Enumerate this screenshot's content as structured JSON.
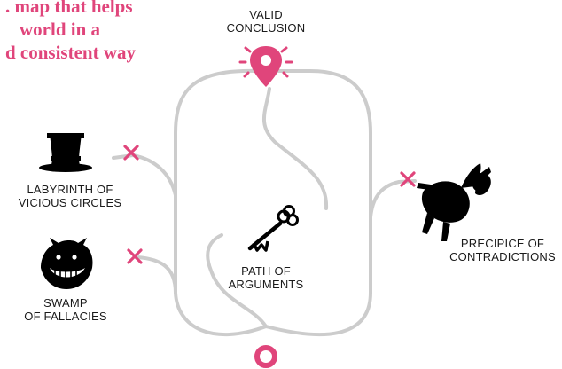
{
  "headline": {
    "lines": [
      ". map that helps",
      "world in a",
      "d consistent way"
    ],
    "color": "#e0457b"
  },
  "labels": {
    "valid_conclusion": [
      "VALID",
      "CONCLUSION"
    ],
    "labyrinth": [
      "LABYRINTH OF",
      "VICIOUS CIRCLES"
    ],
    "swamp": [
      "SWAMP",
      "OF FALLACIES"
    ],
    "path": [
      "PATH OF",
      "ARGUMENTS"
    ],
    "precipice": [
      "PRECIPICE OF",
      "CONTRADICTIONS"
    ]
  },
  "icons": {
    "top_hat": "top-hat-icon",
    "cheshire_cat": "cheshire-cat-grin-icon",
    "key": "key-icon",
    "alice_falling": "falling-girl-icon",
    "destination": "map-pin-icon",
    "start": "start-ring-icon",
    "dead_end": "x-mark-icon"
  },
  "colors": {
    "accent": "#e0457b",
    "path": "#cccccc",
    "text": "#1a1a1a",
    "silhouette": "#000000"
  }
}
